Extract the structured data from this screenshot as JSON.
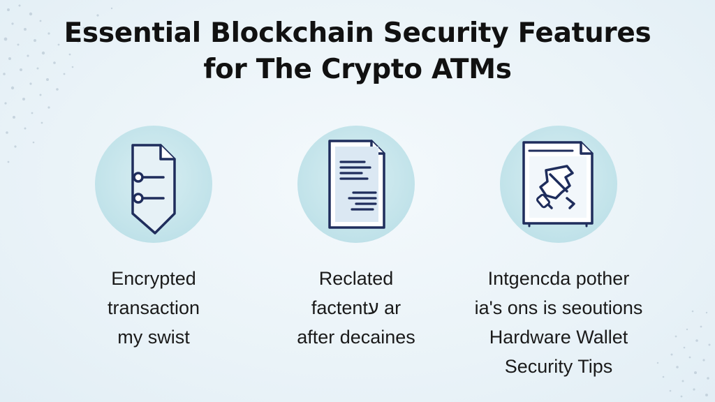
{
  "title": {
    "line1": "Essential Blockchain Security Features",
    "line2": "for The Crypto  ATMs"
  },
  "features": [
    {
      "icon": "shield-document-icon",
      "lines": [
        "Encrypted",
        "transaction",
        "my swist"
      ]
    },
    {
      "icon": "text-document-icon",
      "lines": [
        "Reclated",
        "factentע ar",
        "after decaines"
      ]
    },
    {
      "icon": "hardware-wallet-icon",
      "lines": [
        "Intgencda pother",
        "ia's ons is seoutions",
        "Hardware Wallet",
        "Security Tips"
      ]
    }
  ],
  "colors": {
    "icon_stroke": "#1f2d5c",
    "circle_fill": "#c2e3ea",
    "background": "#eaf3f8"
  }
}
